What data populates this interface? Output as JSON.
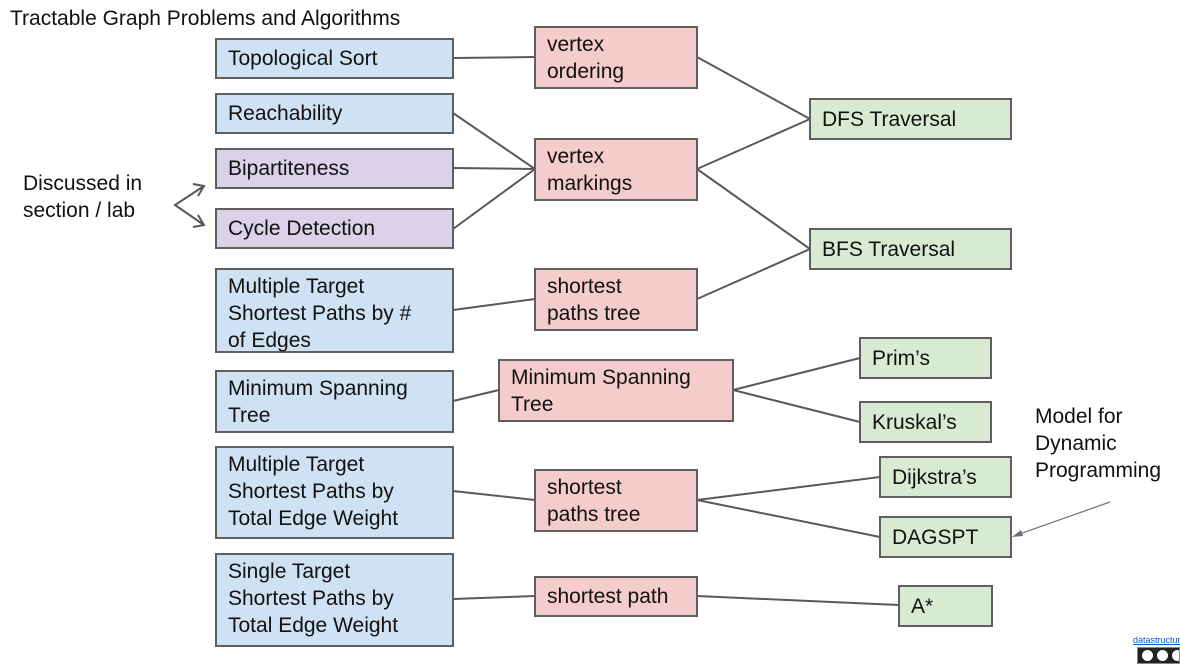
{
  "title": "Tractable Graph Problems and Algorithms",
  "problems": {
    "topological_sort": "Topological Sort",
    "reachability": "Reachability",
    "bipartiteness": "Bipartiteness",
    "cycle_detection": "Cycle Detection",
    "multiple_target_edges": "Multiple Target\nShortest Paths by #\nof Edges",
    "minimum_spanning_tree": "Minimum Spanning\nTree",
    "multiple_target_weight": "Multiple Target\nShortest Paths by\nTotal Edge Weight",
    "single_target_weight": "Single Target\nShortest Paths by\nTotal Edge Weight"
  },
  "outputs": {
    "vertex_ordering": "vertex\nordering",
    "vertex_markings": "vertex\nmarkings",
    "shortest_paths_tree_1": "shortest\npaths tree",
    "minimum_spanning_tree": "Minimum Spanning\nTree",
    "shortest_paths_tree_2": "shortest\npaths tree",
    "shortest_path": "shortest path"
  },
  "algorithms": {
    "dfs": "DFS Traversal",
    "bfs": "BFS Traversal",
    "prims": "Prim’s",
    "kruskals": "Kruskal’s",
    "dijkstras": "Dijkstra’s",
    "dagspt": "DAGSPT",
    "astar": "A*"
  },
  "notes": {
    "discussed": "Discussed in\nsection / lab",
    "model": "Model for\nDynamic\nProgramming"
  },
  "footer": {
    "link": "datastructur.es"
  },
  "colors": {
    "problem": "#cfe2f3",
    "discussed_problem": "#d9d2e9",
    "output": "#f4cccc",
    "algorithm": "#d9ead3",
    "border": "#5f5f5f"
  }
}
